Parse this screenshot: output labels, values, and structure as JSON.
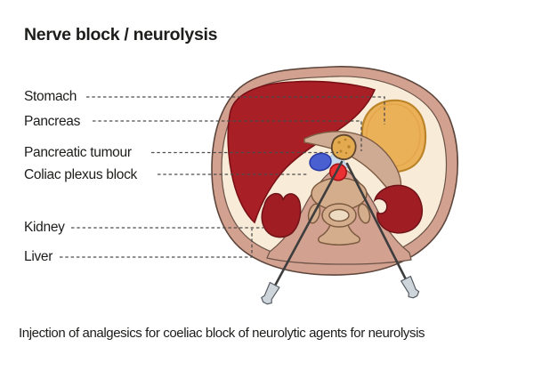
{
  "title": "Nerve block / neurolysis",
  "caption": "Injection of analgesics for coeliac block of neurolytic agents for neurolysis",
  "labels": [
    {
      "text": "Stomach"
    },
    {
      "text": "Pancreas"
    },
    {
      "text": "Pancreatic tumour"
    },
    {
      "text": "Coliac plexus block"
    },
    {
      "text": "Kidney"
    },
    {
      "text": "Liver"
    }
  ],
  "illustration": {
    "type": "axial-abdominal-cross-section",
    "structures": [
      "skin",
      "body-cavity",
      "liver",
      "stomach",
      "pancreas",
      "pancreatic-tumour",
      "coeliac-plexus",
      "vein",
      "aorta",
      "left-kidney",
      "right-kidney",
      "vertebra",
      "back-muscles",
      "left-needle",
      "right-needle"
    ]
  },
  "colors": {
    "background": "#ffffff",
    "text": "#1d1d1b",
    "leader_line": "#4d4d4d",
    "skin": "#d3a190",
    "cavity": "#f8ebd7",
    "liver": "#a81f26",
    "stomach": "#ebb159",
    "pancreas": "#cfab93",
    "tumour": "#e3aa50",
    "tumour_speckle": "#b8812c",
    "plexus": "#c7dbec",
    "vein": "#4a5fd0",
    "aorta": "#e93134",
    "kidney": "#a01d24",
    "vertebra": "#d4ad8d",
    "vertebra_canal": "#eedcc2",
    "needle": "#3d3d3d",
    "needle_hub": "#ced6dc"
  }
}
